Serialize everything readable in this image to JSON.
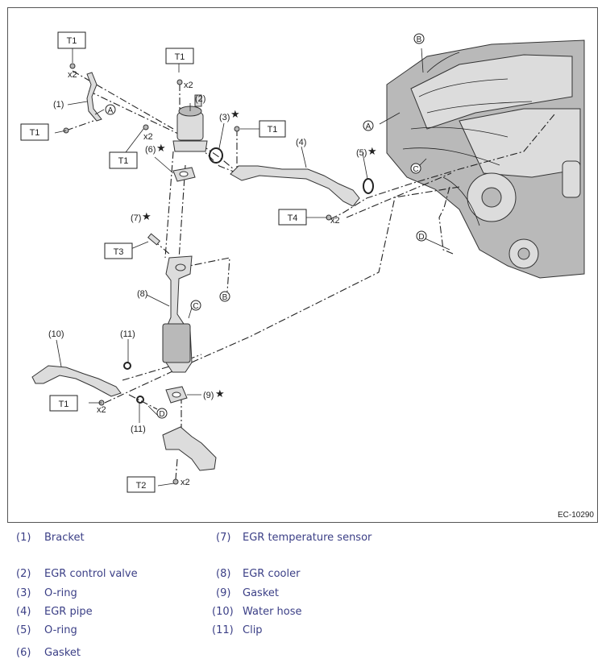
{
  "figure": {
    "code": "EC-10290",
    "torque_labels": {
      "t1": "T1",
      "t2": "T2",
      "t3": "T3",
      "t4": "T4"
    },
    "multipliers": {
      "x2": "x2"
    },
    "callouts": {
      "p1": "(1)",
      "p2": "(2)",
      "p3": "(3)",
      "p4": "(4)",
      "p5": "(5)",
      "p6": "(6)",
      "p7": "(7)",
      "p8": "(8)",
      "p9": "(9)",
      "p10": "(10)",
      "p11": "(11)"
    },
    "refs": {
      "a": "A",
      "b": "B",
      "c": "C",
      "d": "D"
    },
    "star": "★"
  },
  "legend": [
    {
      "num": "(1)",
      "name": "Bracket"
    },
    {
      "num": "(2)",
      "name": "EGR control valve"
    },
    {
      "num": "(3)",
      "name": "O-ring"
    },
    {
      "num": "(4)",
      "name": "EGR pipe"
    },
    {
      "num": "(5)",
      "name": "O-ring"
    },
    {
      "num": "(6)",
      "name": "Gasket"
    },
    {
      "num": "(7)",
      "name": "EGR temperature sensor"
    },
    {
      "num": "(8)",
      "name": "EGR cooler"
    },
    {
      "num": "(9)",
      "name": "Gasket"
    },
    {
      "num": "(10)",
      "name": "Water hose"
    },
    {
      "num": "(11)",
      "name": "Clip"
    }
  ]
}
